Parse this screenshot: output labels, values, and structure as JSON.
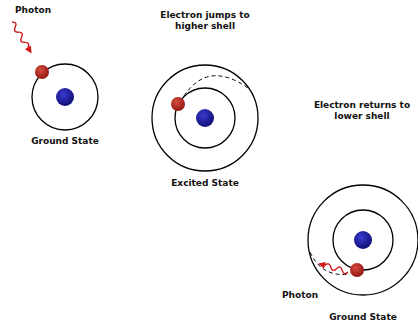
{
  "diagram": {
    "labels": [
      "Photon",
      "Ground State",
      "Electron jumps to higher shell",
      "Excited State",
      "Electron returns to lower shell",
      "Photon",
      "Ground State"
    ]
  }
}
